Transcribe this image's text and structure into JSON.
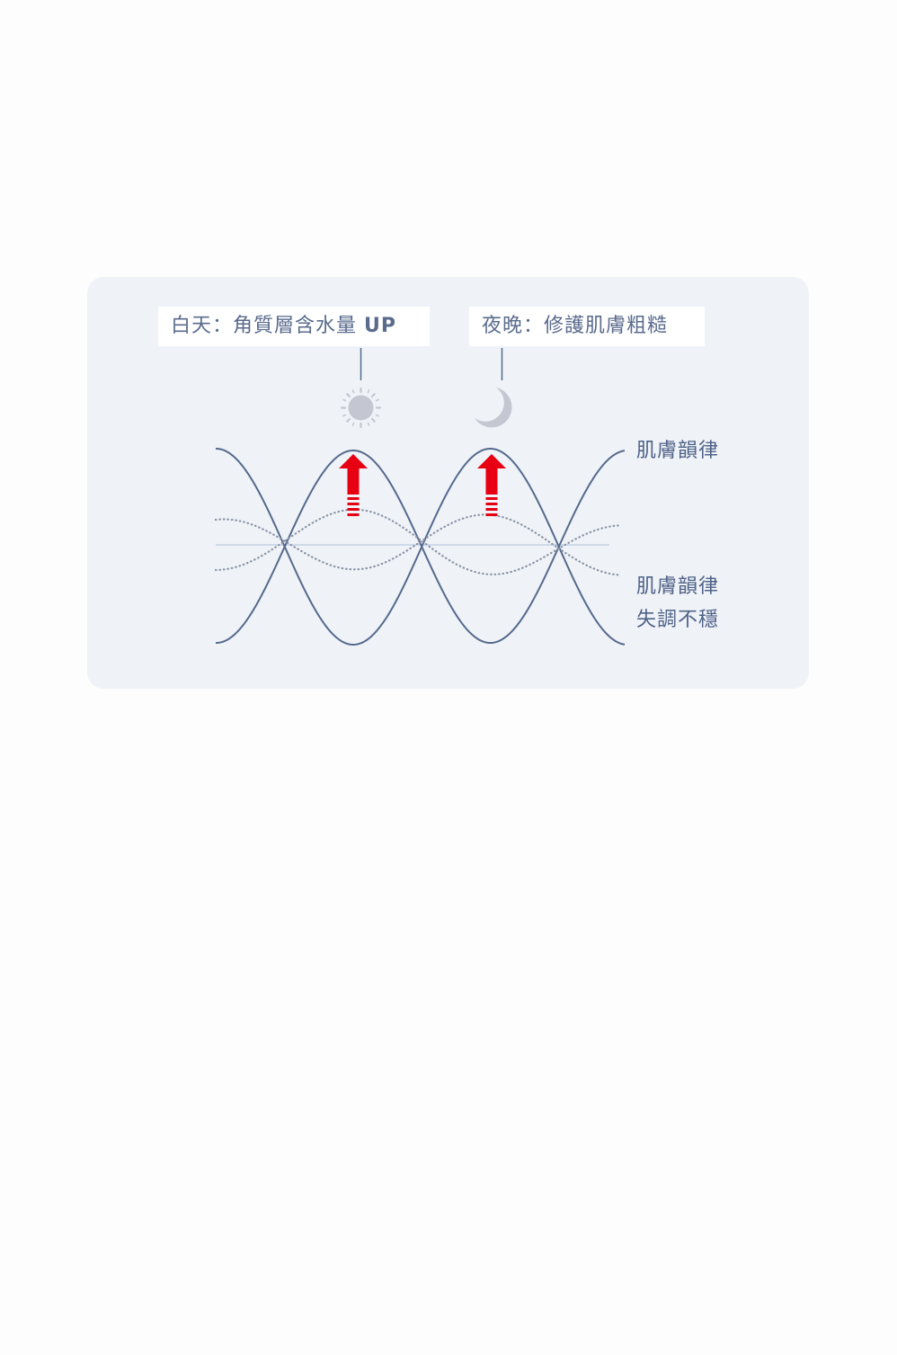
{
  "labels": {
    "day_prefix": "白天：角質層含水量 ",
    "day_suffix": "UP",
    "night": "夜晚：修護肌膚粗糙",
    "rhythm": "肌膚韻律",
    "unstable_line1": "肌膚韻律",
    "unstable_line2": "失調不穩"
  },
  "icons": {
    "day": "sun-icon",
    "night": "moon-icon",
    "increase": "up-arrow-icon"
  },
  "colors": {
    "panel": "#eff3f7",
    "curve": "#55698d",
    "dotted": "#8a93a6",
    "midline": "#b9c9e3",
    "arrow": "#e60012",
    "icon": "#c4c7d2",
    "text": "#4f6288"
  }
}
